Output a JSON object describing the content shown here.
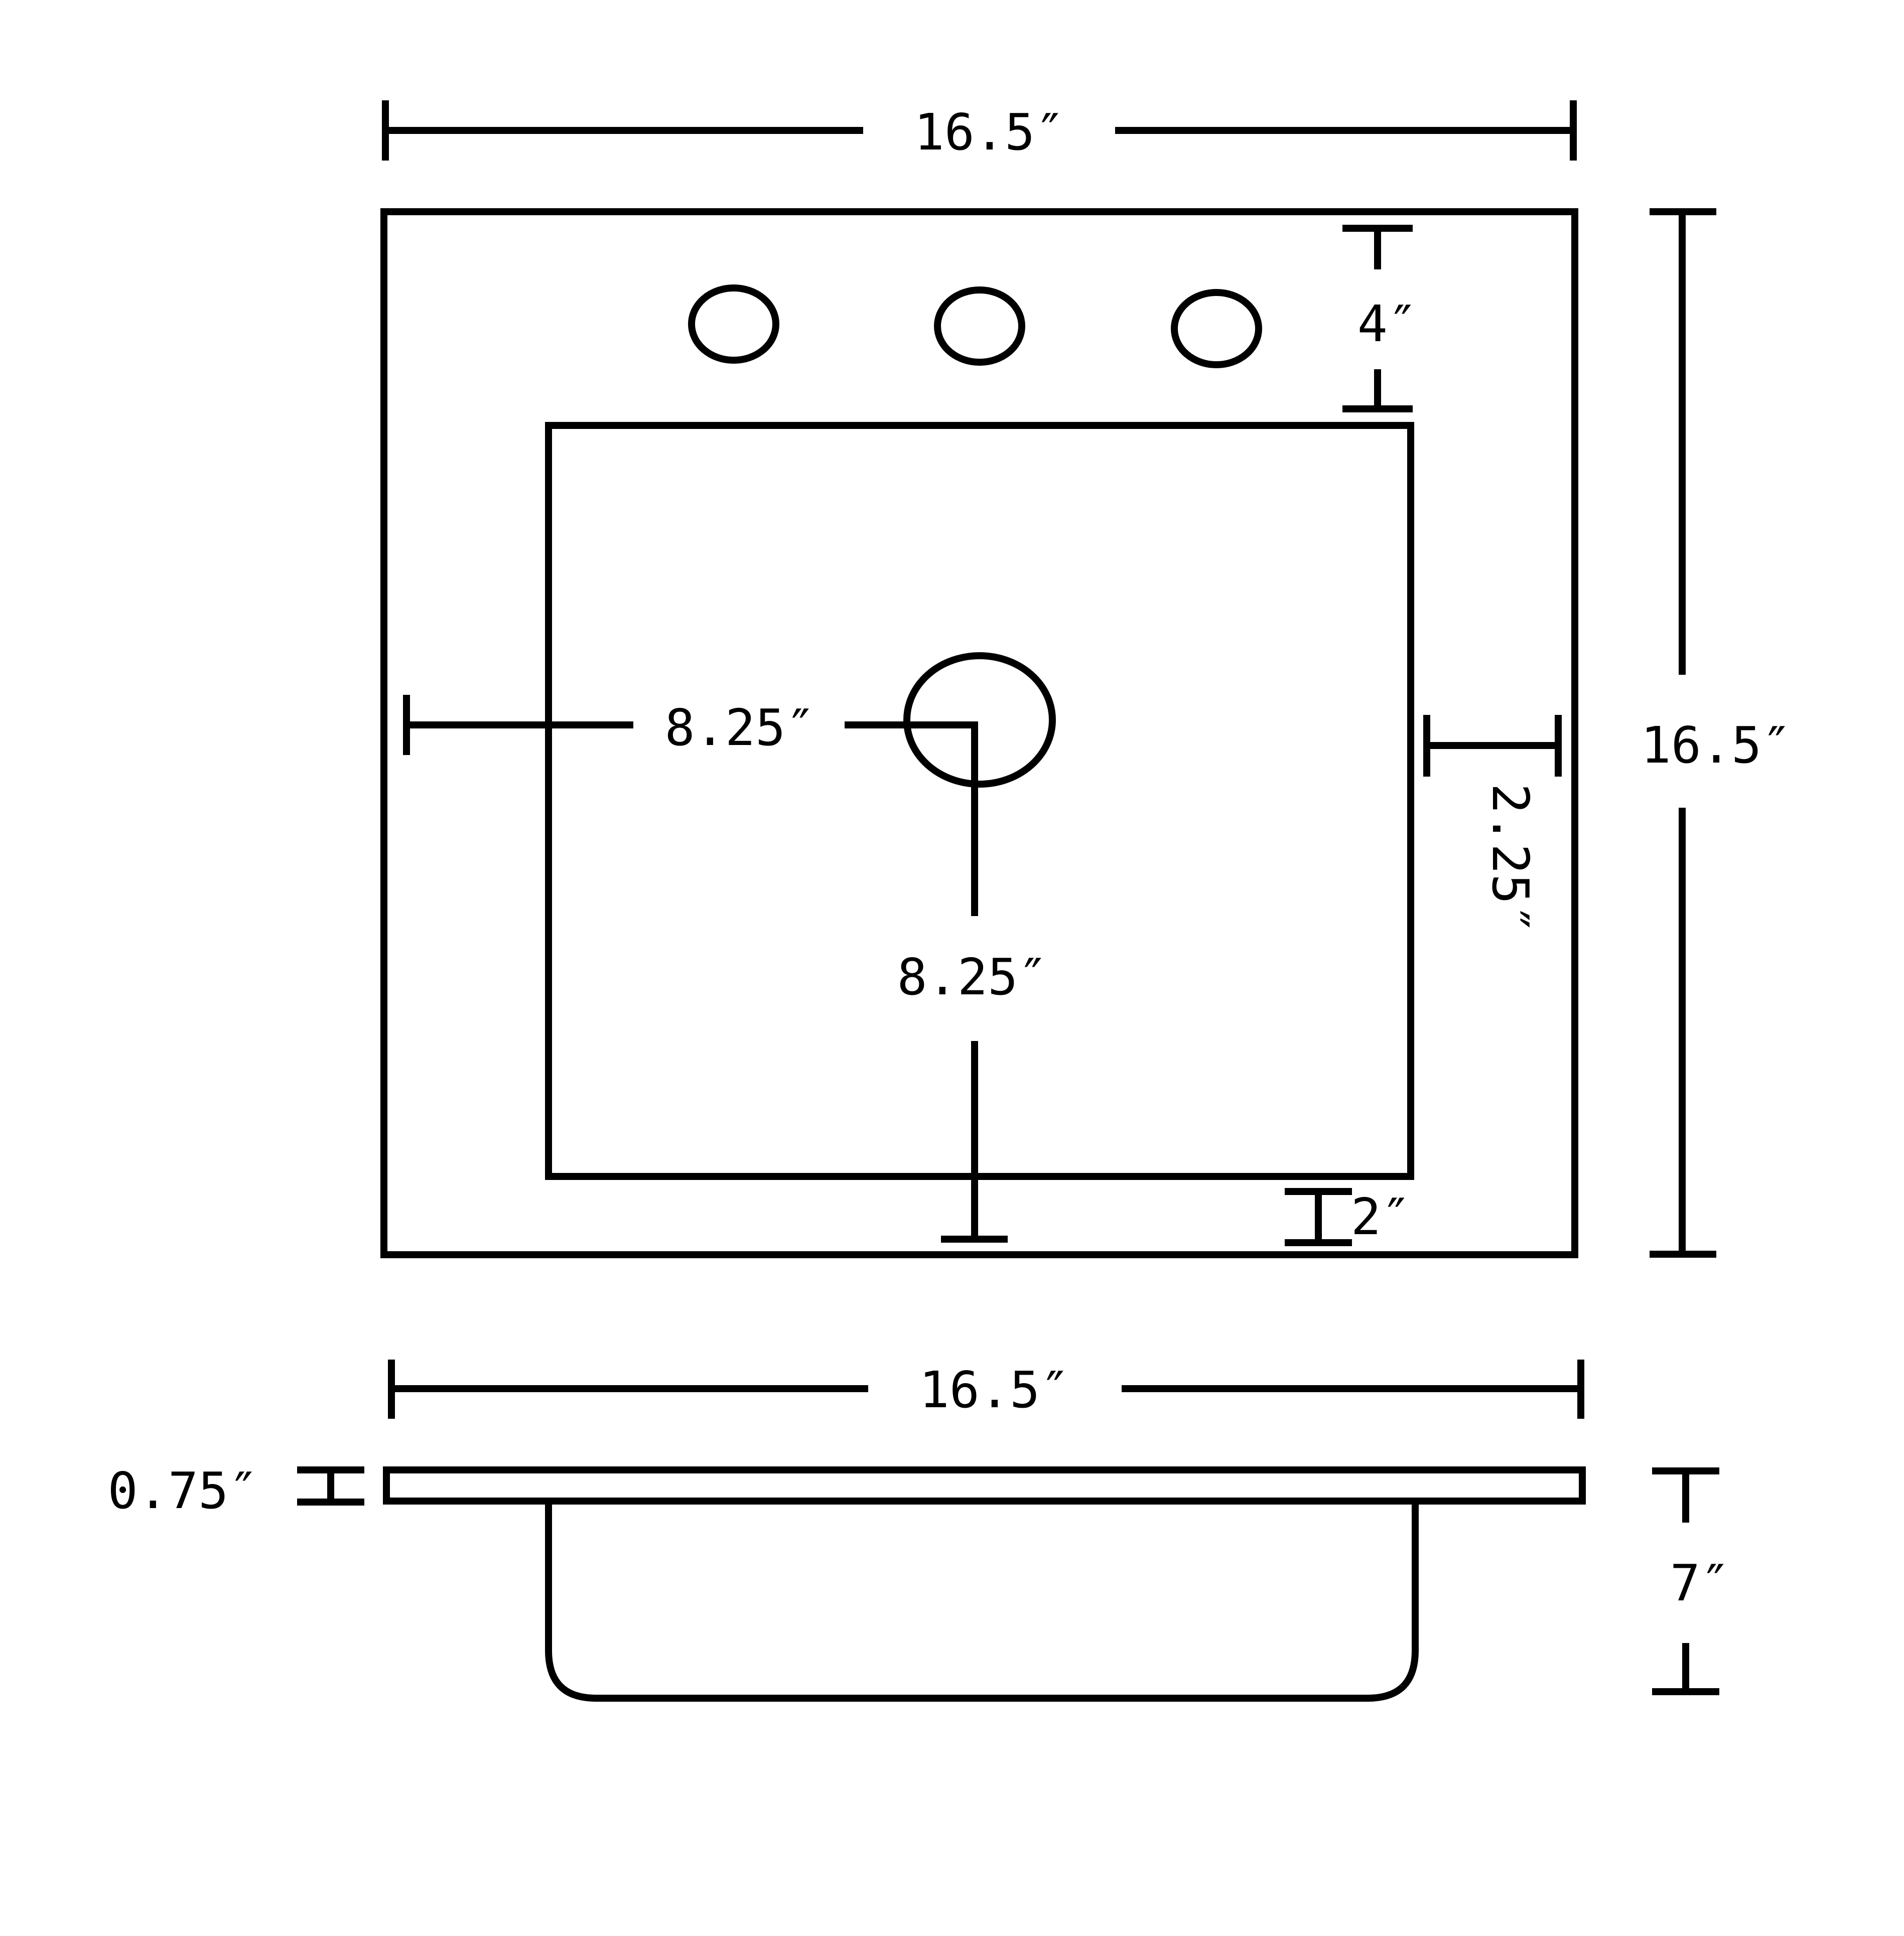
{
  "drawing": {
    "stroke_color": "#000000",
    "background_color": "#ffffff"
  },
  "labels": {
    "top_width": "16.5″",
    "right_height": "16.5″",
    "hole_offset": "4″",
    "drain_horizontal": "8.25″",
    "drain_vertical": "8.25″",
    "bowl_side_margin": "2.25″",
    "bottom_margin": "2″",
    "side_width": "16.5″",
    "deck_thickness": "0.75″",
    "bowl_depth": "7″"
  }
}
